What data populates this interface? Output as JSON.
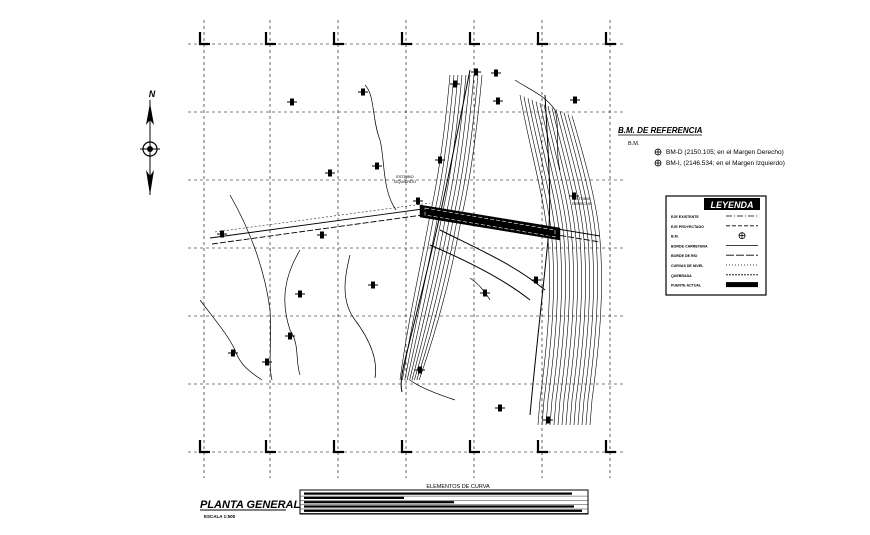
{
  "north": {
    "label": "N"
  },
  "bm": {
    "title": "B.M. DE REFERENCIA",
    "sub": "B.M.",
    "items": [
      "BM-D (2150.105; en el Margen Derecho)",
      "BM-I, (2146.534; en el Margen Izquierdo)"
    ]
  },
  "legend": {
    "title": "LEYENDA",
    "rows": [
      "EJE EXISTENTE",
      "EJE PROYECTADO",
      "B.M.",
      "BORDE CARRETERA",
      "BORDE DE RIO",
      "CURVAS DE NIVEL",
      "QUEBRADA",
      "PUENTE ACTUAL"
    ]
  },
  "curve": {
    "title": "ELEMENTOS DE CURVA"
  },
  "plan": {
    "title": "PLANTA GENERAL",
    "scale": "ESCALA 1:500"
  },
  "callouts": {
    "left": [
      "ESTRIBO",
      "IZQUIERDO"
    ],
    "right": [
      "ESTRIBO",
      "DERECHO"
    ]
  },
  "colors": {
    "ink": "#000000",
    "paper": "#ffffff"
  }
}
